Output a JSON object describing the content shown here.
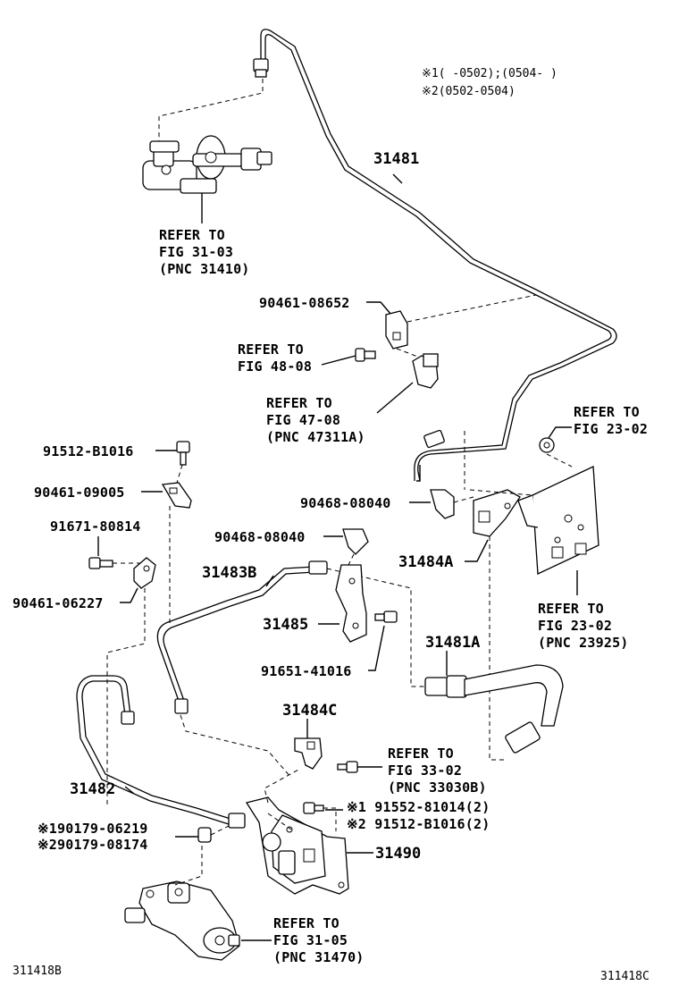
{
  "notes": {
    "note1": "※1(      -0502);(0504-      )",
    "note2": "※2(0502-0504)"
  },
  "parts": {
    "p31481": "31481",
    "p31481A": "31481A",
    "p31482": "31482",
    "p31483B": "31483B",
    "p31484A": "31484A",
    "p31484C": "31484C",
    "p31485": "31485",
    "p31490": "31490",
    "p90461_08652": "90461-08652",
    "p91512_B1016": "91512-B1016",
    "p90461_09005": "90461-09005",
    "p91671_80814": "91671-80814",
    "p90461_06227": "90461-06227",
    "p90468_08040_a": "90468-08040",
    "p90468_08040_b": "90468-08040",
    "p91651_41016": "91651-41016",
    "p190179": "※190179-06219",
    "p290179": "※290179-08174",
    "p91552_81014": "※1 91552-81014(2)",
    "p91512_B1016_2": "※2 91512-B1016(2)"
  },
  "refs": {
    "r31_03": [
      "REFER TO",
      "FIG 31-03",
      "(PNC 31410)"
    ],
    "r48_08": [
      "REFER TO",
      "FIG 48-08"
    ],
    "r47_08": [
      "REFER TO",
      "FIG 47-08",
      "(PNC 47311A)"
    ],
    "r23_02a": [
      "REFER TO",
      "FIG 23-02"
    ],
    "r23_02b": [
      "REFER TO",
      "FIG 23-02",
      "(PNC 23925)"
    ],
    "r33_02": [
      "REFER TO",
      "FIG 33-02",
      "(PNC 33030B)"
    ],
    "r31_05": [
      "REFER TO",
      "FIG 31-05",
      "(PNC 31470)"
    ]
  },
  "footer": {
    "left_code": "311418B",
    "right_code": "311418C"
  }
}
